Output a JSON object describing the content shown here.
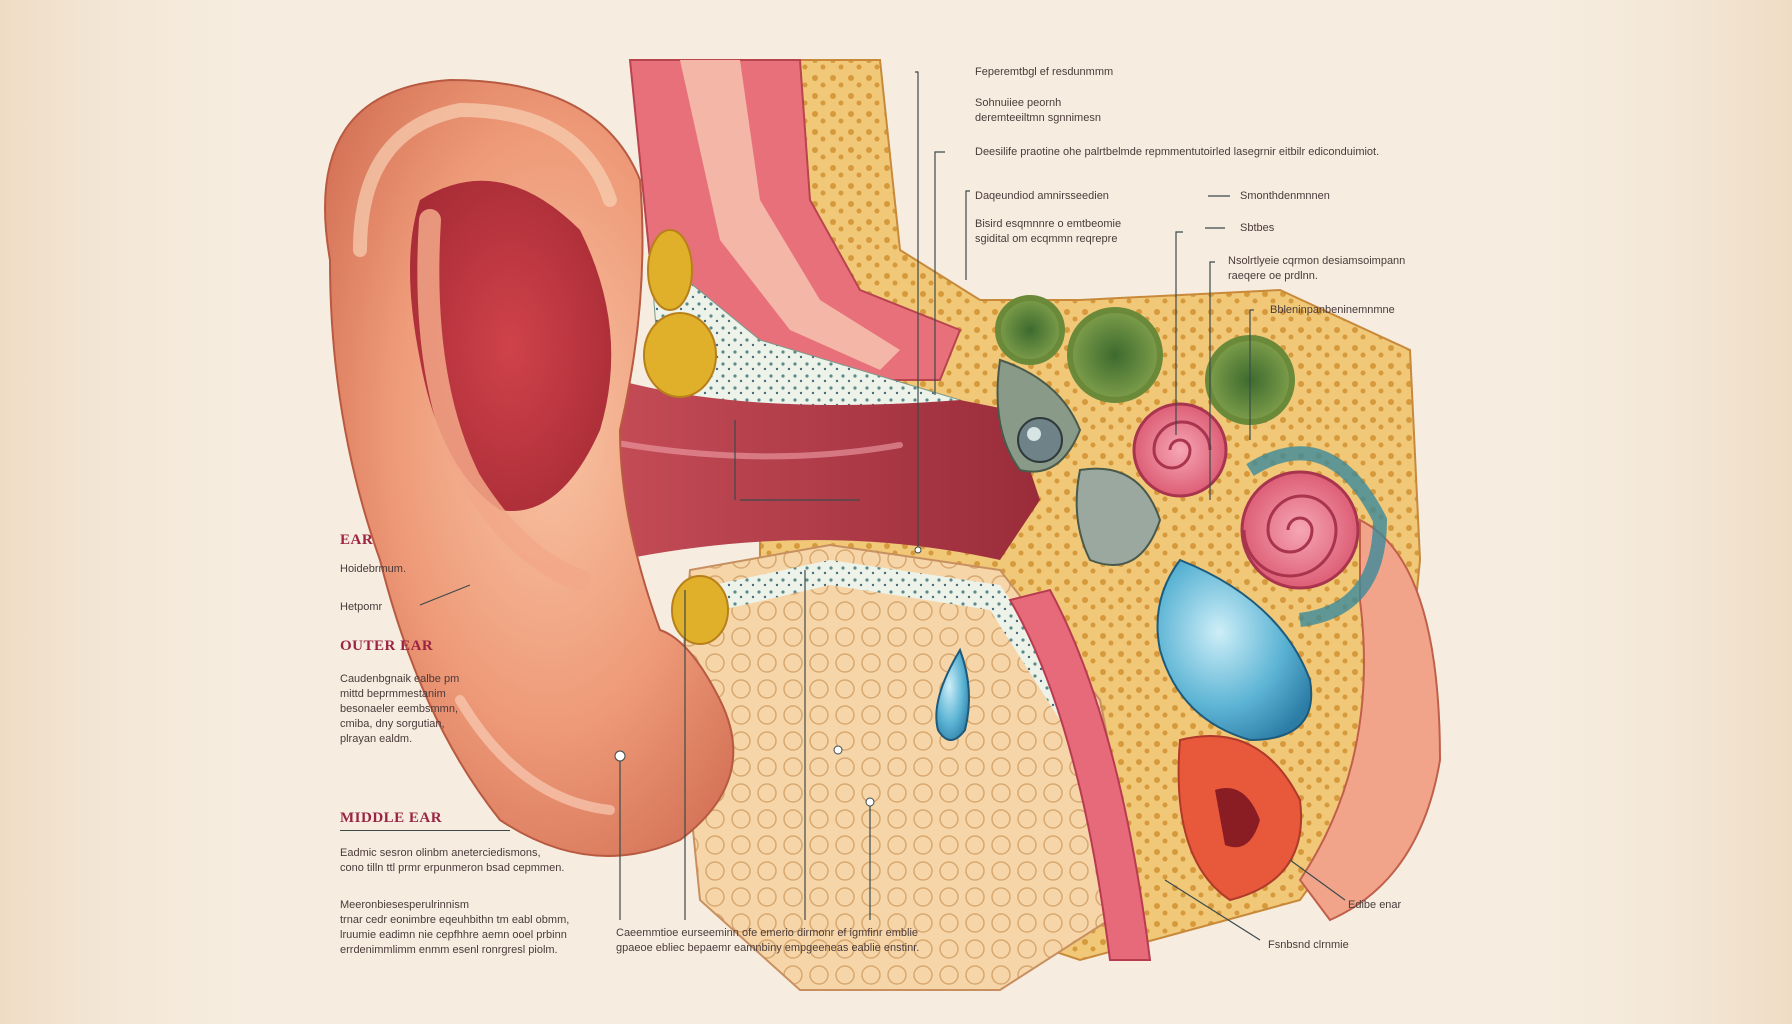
{
  "left_panel": {
    "ear_heading": "EAR",
    "ear_sub": "Hoidebrmum.",
    "ear_pointer_label": "Hetpomr",
    "outer_ear_heading": "OUTER EAR",
    "outer_ear_desc": "Caudenbgnaik ealbe pm\nmittd beprmmestanim\nbesonaeler eembsmmn,\ncmiba, dny sorgutian,\nplrayan ealdm.",
    "middle_ear_heading": "MIDDLE EAR",
    "middle_ear_desc_1": "Eadmic sesron olinbm aneterciedismons,\ncono tilln ttl prmr erpunmeron bsad cepmmen.",
    "middle_ear_desc_2": "Meeronbiesesperulrinnism\ntrnar cedr eonimbre eqeuhbithn tm eabl obmm,\nlruumie eadimn nie cepfhhre aemn ooel prbinn\nerrdenimmlimm enmm esenl ronrgresl piolm."
  },
  "top_labels": {
    "l1": "Feperemtbgl ef resdunmmm",
    "l2": "Sohnuiiee peornh\nderemteeiltmn sgnnimesn",
    "l3": "Deesilife praotine ohe palrtbelmde repmmentutoirled lasegrnir eitbilr ediconduimiot.",
    "l4": "Daqeundiod amnirsseedien",
    "l5": "Bisird esqmnnre o emtbeomie\nsgidital om ecqmmn reqrepre",
    "l6": "Smonthdenmnnen",
    "l7": "Sbtbes",
    "l8": "Nsolrtlyeie cqrmon desiamsoimpann\nraeqere oe prdlnn.",
    "l9": "Bbleninpanbeninemnmne"
  },
  "bottom_labels": {
    "caption": "Caeemmtioe eurseeminn ofe emerio dirmonr ef igmfinr emblie\ngpaeoe ebliec bepaemr eamnbiny empgeeneas eablie enstinr.",
    "right_1": "Edibe enar",
    "right_2": "Fsnbsnd clrnmie"
  },
  "colors": {
    "background": "#f6ede0",
    "heading": "#9b2442",
    "text": "#4a3a3a",
    "line": "#3c4a4a",
    "skin": "#e58a6a",
    "canal": "#b8404a",
    "bone": "#e8b45a",
    "cochlea": "#e0647a",
    "fluid": "#4aa6c8",
    "canals_green": "#5a7a3a"
  }
}
